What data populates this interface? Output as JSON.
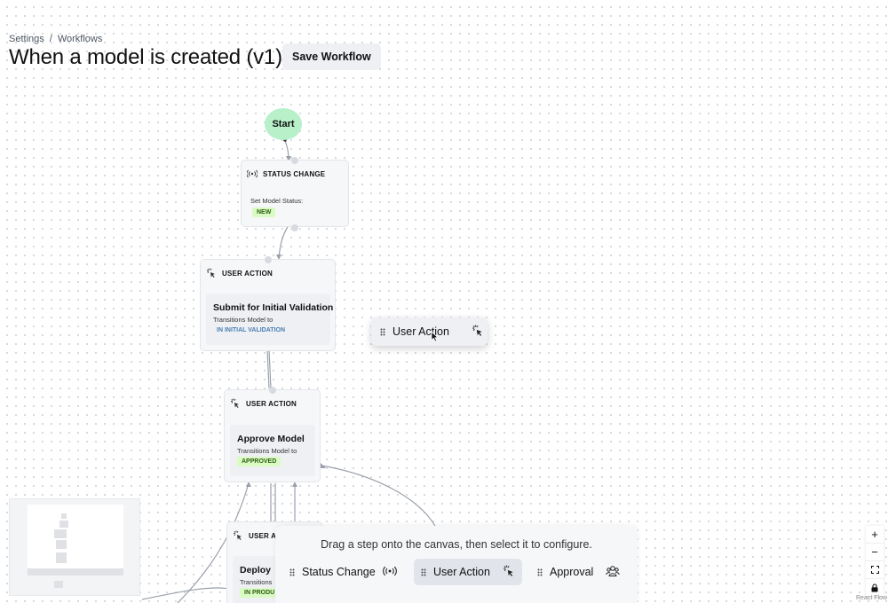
{
  "breadcrumb": {
    "settings": "Settings",
    "separator": "/",
    "workflows": "Workflows"
  },
  "page": {
    "title": "When a model is created (v1)",
    "save_label": "Save Workflow"
  },
  "nodes": {
    "start": {
      "label": "Start"
    },
    "status_change": {
      "header": "STATUS CHANGE",
      "label": "Set Model Status:",
      "status": "NEW"
    },
    "submit": {
      "header": "USER ACTION",
      "title": "Submit for Initial Validation",
      "subtitle": "Transitions Model to",
      "status": "IN INITIAL VALIDATION"
    },
    "approve": {
      "header": "USER ACTION",
      "title": "Approve Model",
      "subtitle": "Transitions Model to",
      "status": "APPROVED"
    },
    "deploy": {
      "header": "USER A",
      "title": "Deploy",
      "subtitle": "Transitions",
      "status": "IN PRODU"
    }
  },
  "drag_preview": {
    "label": "User Action",
    "icon": "pointer-click-icon"
  },
  "toolbar": {
    "hint": "Drag a step onto the canvas, then select it to configure.",
    "steps": [
      {
        "label": "Status Change",
        "icon": "broadcast-icon"
      },
      {
        "label": "User Action",
        "icon": "pointer-click-icon",
        "active": true
      },
      {
        "label": "Approval",
        "icon": "users-icon"
      }
    ]
  },
  "controls": {
    "zoom_in": "+",
    "zoom_out": "−"
  },
  "attribution": "React Flow",
  "colors": {
    "start": "#b7f0c9",
    "status_green": "#dafbc4",
    "status_blue": "#4a7fb3",
    "node_bg": "#f6f7f9",
    "edge": "#9aa0aa"
  }
}
